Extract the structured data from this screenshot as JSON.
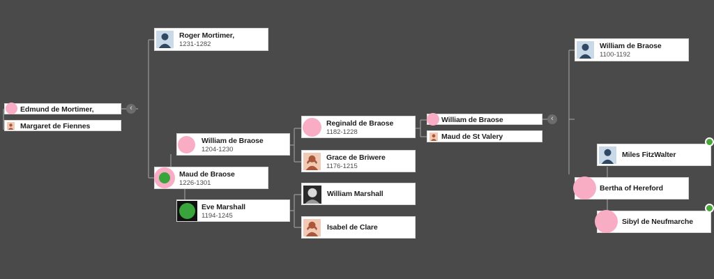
{
  "tree": {
    "people": {
      "edmund": {
        "name": "Edmund de Mortimer,"
      },
      "margaret": {
        "name": "Margaret de Fiennes"
      },
      "roger": {
        "name": "Roger Mortimer,",
        "years": "1231-1282"
      },
      "william_1204": {
        "name": "William de Braose",
        "years": "1204-1230"
      },
      "maud_1226": {
        "name": "Maud de Braose",
        "years": "1226-1301"
      },
      "eve": {
        "name": "Eve Marshall",
        "years": "1194-1245"
      },
      "reginald": {
        "name": "Reginald de Braose",
        "years": "1182-1228"
      },
      "grace": {
        "name": "Grace de Briwere",
        "years": "1176-1215"
      },
      "william_marshall": {
        "name": "William Marshall"
      },
      "isabel": {
        "name": "Isabel de Clare"
      },
      "william_parent": {
        "name": "William de Braose"
      },
      "maud_st_valery": {
        "name": "Maud de St Valery"
      },
      "william_1100": {
        "name": "William de Braose",
        "years": "1100-1192"
      },
      "miles": {
        "name": "Miles FitzWalter"
      },
      "bertha": {
        "name": "Bertha of Hereford"
      },
      "sibyl": {
        "name": "Sibyl de Neufmarche"
      }
    },
    "icons": {
      "collapse": "chevron-left-icon",
      "male_avatar": "male-avatar-icon",
      "female_avatar": "female-avatar-icon",
      "photo": "portrait-photo-icon",
      "hint": "leaf-hint-icon"
    },
    "colors": {
      "background": "#4a4a4a",
      "card": "#ffffff",
      "connector": "#9a9a9a",
      "marker_pink": "#f8adc5",
      "marker_green": "#3aa43c",
      "hint_badge": "#4aa83b",
      "male_avatar_bg": "#c9d9e8",
      "female_avatar_bg": "#f1c9b5"
    }
  }
}
